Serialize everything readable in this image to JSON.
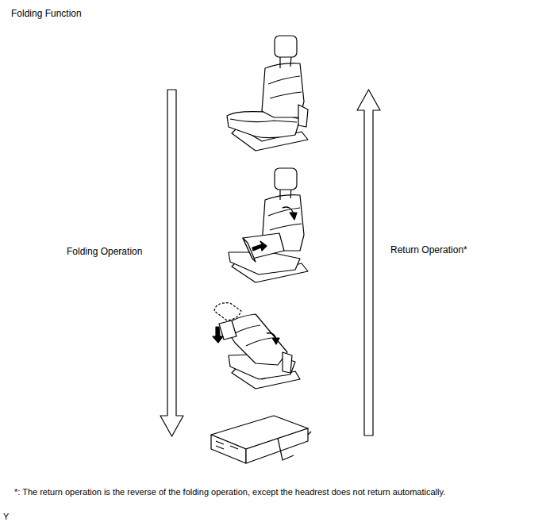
{
  "diagram": {
    "title": "Folding Function",
    "labels": [
      "Folding Operation",
      "Return Operation*",
      "*: The return operation is the reverse of the folding operation, except the headrest does not return automatically.",
      "Y"
    ]
  }
}
